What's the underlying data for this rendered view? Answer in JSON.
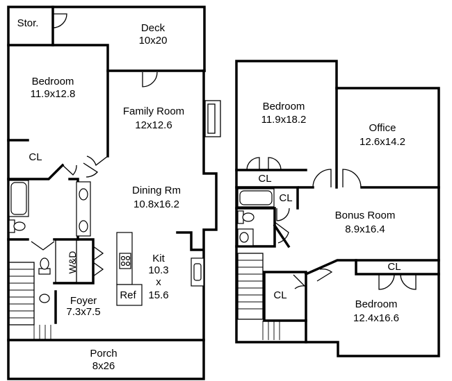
{
  "plan": {
    "first_floor": {
      "storage": {
        "name": "Stor."
      },
      "deck": {
        "name": "Deck",
        "size": "10x20"
      },
      "bedroom": {
        "name": "Bedroom",
        "size": "11.9x12.8"
      },
      "family_room": {
        "name": "Family Room",
        "size": "12x12.6"
      },
      "closet": {
        "name": "CL"
      },
      "dining": {
        "name": "Dining Rm",
        "size": "10.8x16.2"
      },
      "laundry": {
        "name": "W&D"
      },
      "kitchen": {
        "name": "Kit",
        "dim1": "10.3",
        "by": "x",
        "dim2": "15.6"
      },
      "refrigerator": {
        "name": "Ref"
      },
      "foyer": {
        "name": "Foyer",
        "size": "7.3x7.5"
      },
      "porch": {
        "name": "Porch",
        "size": "8x26"
      }
    },
    "second_floor": {
      "bedroom_1": {
        "name": "Bedroom",
        "size": "11.9x18.2"
      },
      "office": {
        "name": "Office",
        "size": "12.6x14.2"
      },
      "closet_1": {
        "name": "CL"
      },
      "closet_2": {
        "name": "CL"
      },
      "bonus_room": {
        "name": "Bonus Room",
        "size": "8.9x16.4"
      },
      "closet_3": {
        "name": "CL"
      },
      "closet_4": {
        "name": "CL"
      },
      "bedroom_2": {
        "name": "Bedroom",
        "size": "12.4x16.6"
      }
    }
  }
}
